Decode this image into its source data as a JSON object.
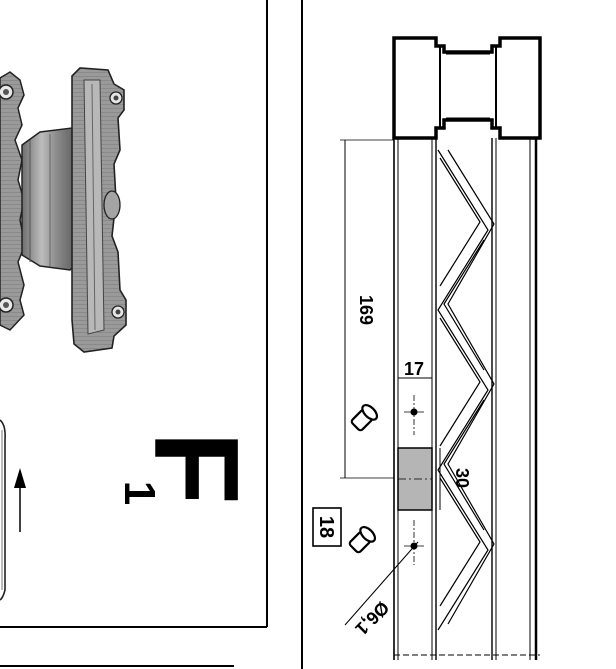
{
  "left_panel": {
    "label_letter": "F",
    "label_index": "1"
  },
  "right_panel": {
    "dimensions": {
      "length_169": "169",
      "width_17": "17",
      "height_30": "30",
      "diameter": "Ø6,1"
    },
    "callout_box": "18"
  }
}
